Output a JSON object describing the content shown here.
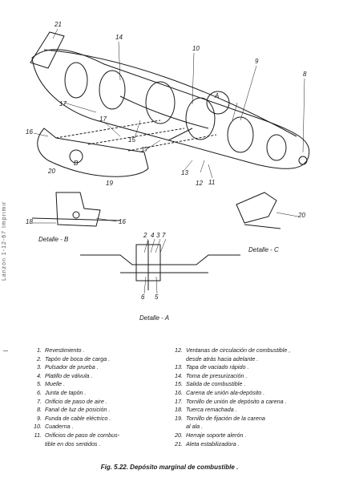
{
  "margin_note": "Lanzón 1-12-67 Imprimir",
  "callouts": {
    "c21": "21",
    "c14": "14",
    "c10": "10",
    "c9": "9",
    "c8": "8",
    "cA": "A",
    "c17a": "17",
    "c16a": "16",
    "c17b": "17",
    "c15": "15",
    "c17c": "17",
    "c12": "12",
    "c13": "13",
    "c11": "11",
    "c20a": "20",
    "cB": "B",
    "c19": "19",
    "c18": "18",
    "c16b": "16",
    "c20b": "20",
    "c2": "2",
    "c4": "4",
    "c3": "3",
    "c7": "7",
    "c6": "6",
    "c5": "5"
  },
  "details": {
    "b": "Detalle - B",
    "c": "Detalle - C",
    "a": "Detalle - A"
  },
  "legend_left": [
    {
      "num": "1.",
      "text": "Revestimiento ."
    },
    {
      "num": "2.",
      "text": "Tapón de boca de carga ."
    },
    {
      "num": "3.",
      "text": "Pulsador de prueba ."
    },
    {
      "num": "4.",
      "text": "Platillo de válvula ."
    },
    {
      "num": "5.",
      "text": "Muelle ."
    },
    {
      "num": "6.",
      "text": "Junta de tapón ."
    },
    {
      "num": "7.",
      "text": "Orificio de paso de aire ."
    },
    {
      "num": "8.",
      "text": "Fanal de luz de posición ."
    },
    {
      "num": "9.",
      "text": "Funda de cable eléctrico ."
    },
    {
      "num": "10.",
      "text": "Cuaderna ."
    },
    {
      "num": "11.",
      "text": "Orificios de paso de combus-"
    },
    {
      "num": "",
      "text": "tible en dos sentidos ."
    }
  ],
  "legend_right": [
    {
      "num": "12.",
      "text": "Ventanas de circulación de combustible ,"
    },
    {
      "num": "",
      "text": "desde atrás hacia adelante ."
    },
    {
      "num": "13.",
      "text": "Tapa de vaciado rápido ."
    },
    {
      "num": "14.",
      "text": "Toma de presurización ."
    },
    {
      "num": "15.",
      "text": "Salida de combustible ."
    },
    {
      "num": "16.",
      "text": "Carena de unión ala-depósito ."
    },
    {
      "num": "17.",
      "text": "Tornillo de unión de depósito a carena ."
    },
    {
      "num": "18.",
      "text": "Tuerca remachada ."
    },
    {
      "num": "19.",
      "text": "Tornillo de fijación de la carena"
    },
    {
      "num": "",
      "text": "al ala ."
    },
    {
      "num": "20.",
      "text": "Herraje soporte alerón ."
    },
    {
      "num": "21.",
      "text": "Aleta estabilizadora ."
    }
  ],
  "caption": "Fig. 5.22. Depósito marginal de combustible ."
}
